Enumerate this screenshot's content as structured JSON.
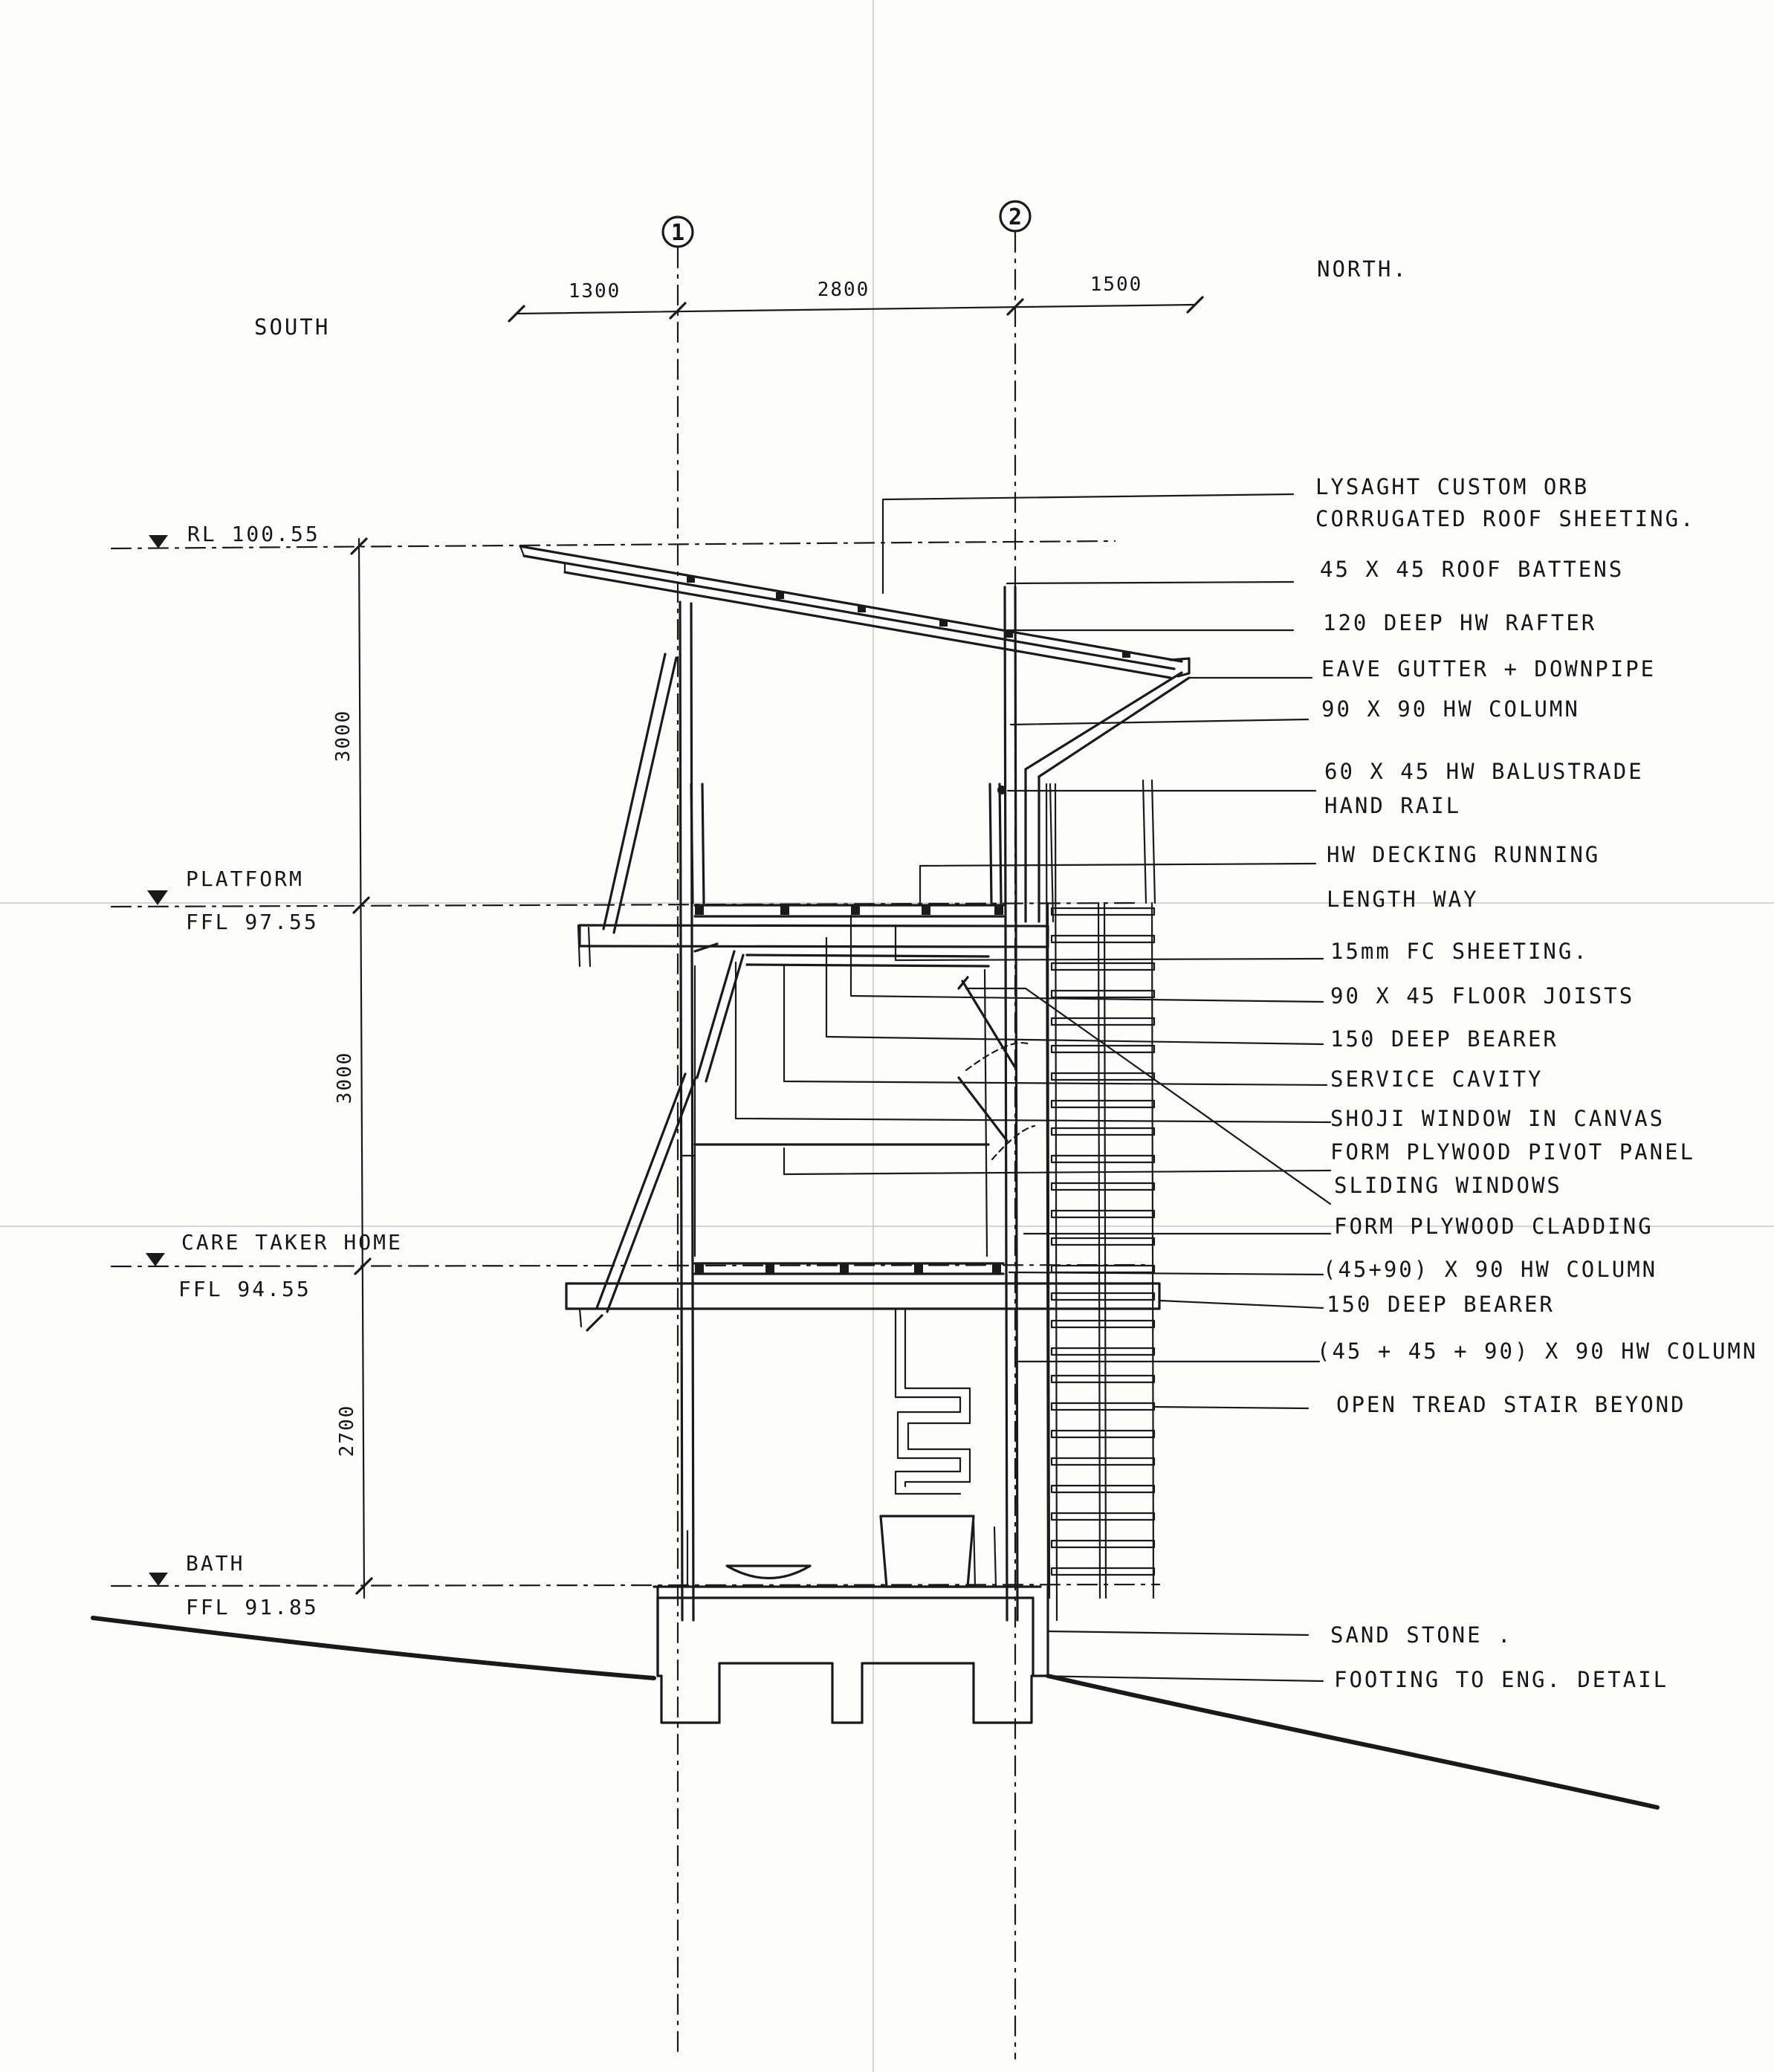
{
  "compass": {
    "south": "SOUTH",
    "north": "NORTH."
  },
  "grid": {
    "line_1": "1",
    "line_2": "2"
  },
  "dimensions": {
    "horizontal": [
      "1300",
      "2800",
      "1500"
    ],
    "vertical": [
      "3000",
      "3000",
      "2700"
    ]
  },
  "levels": [
    {
      "name": "RL 100.55",
      "ffl": ""
    },
    {
      "name": "PLATFORM",
      "ffl": "FFL 97.55"
    },
    {
      "name": "CARE TAKER HOME",
      "ffl": "FFL 94.55"
    },
    {
      "name": "BATH",
      "ffl": "FFL 91.85"
    }
  ],
  "annotations": [
    [
      "LYSAGHT CUSTOM ORB",
      "CORRUGATED ROOF SHEETING."
    ],
    [
      "45 X 45 ROOF BATTENS"
    ],
    [
      "120 DEEP HW RAFTER"
    ],
    [
      "EAVE GUTTER + DOWNPIPE"
    ],
    [
      "90 X 90 HW COLUMN"
    ],
    [
      "60 X 45 HW BALUSTRADE",
      "HAND RAIL"
    ],
    [
      "HW DECKING RUNNING",
      "LENGTH WAY"
    ],
    [
      "15mm FC SHEETING."
    ],
    [
      "90 X 45 FLOOR JOISTS"
    ],
    [
      "150 DEEP BEARER"
    ],
    [
      "SERVICE CAVITY"
    ],
    [
      "SHOJI WINDOW IN CANVAS"
    ],
    [
      "FORM PLYWOOD PIVOT PANEL"
    ],
    [
      "SLIDING WINDOWS"
    ],
    [
      "FORM PLYWOOD CLADDING"
    ],
    [
      "(45+90) X 90 HW COLUMN"
    ],
    [
      "150 DEEP BEARER"
    ],
    [
      "(45 + 45 + 90) X 90 HW COLUMN"
    ],
    [
      "OPEN TREAD STAIR BEYOND"
    ],
    [
      "SAND STONE ."
    ],
    [
      "FOOTING TO ENG. DETAIL"
    ]
  ]
}
